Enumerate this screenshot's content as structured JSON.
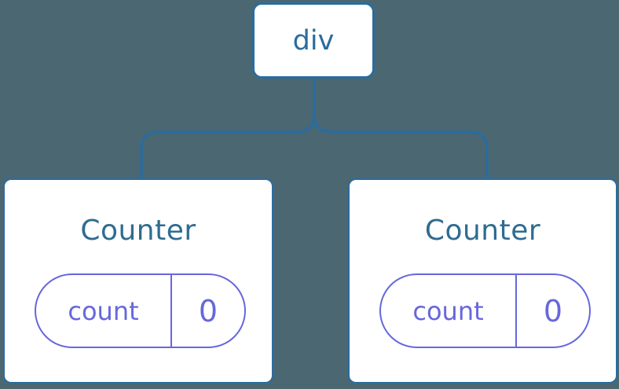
{
  "diagram": {
    "root": {
      "label": "div"
    },
    "children": [
      {
        "title": "Counter",
        "state": {
          "key": "count",
          "value": "0"
        }
      },
      {
        "title": "Counter",
        "state": {
          "key": "count",
          "value": "0"
        }
      }
    ]
  },
  "colors": {
    "background": "#4b6772",
    "node_stroke": "#2b6c9e",
    "node_fill": "#ffffff",
    "title_text": "#2e6c91",
    "state_accent": "#6767dd"
  }
}
